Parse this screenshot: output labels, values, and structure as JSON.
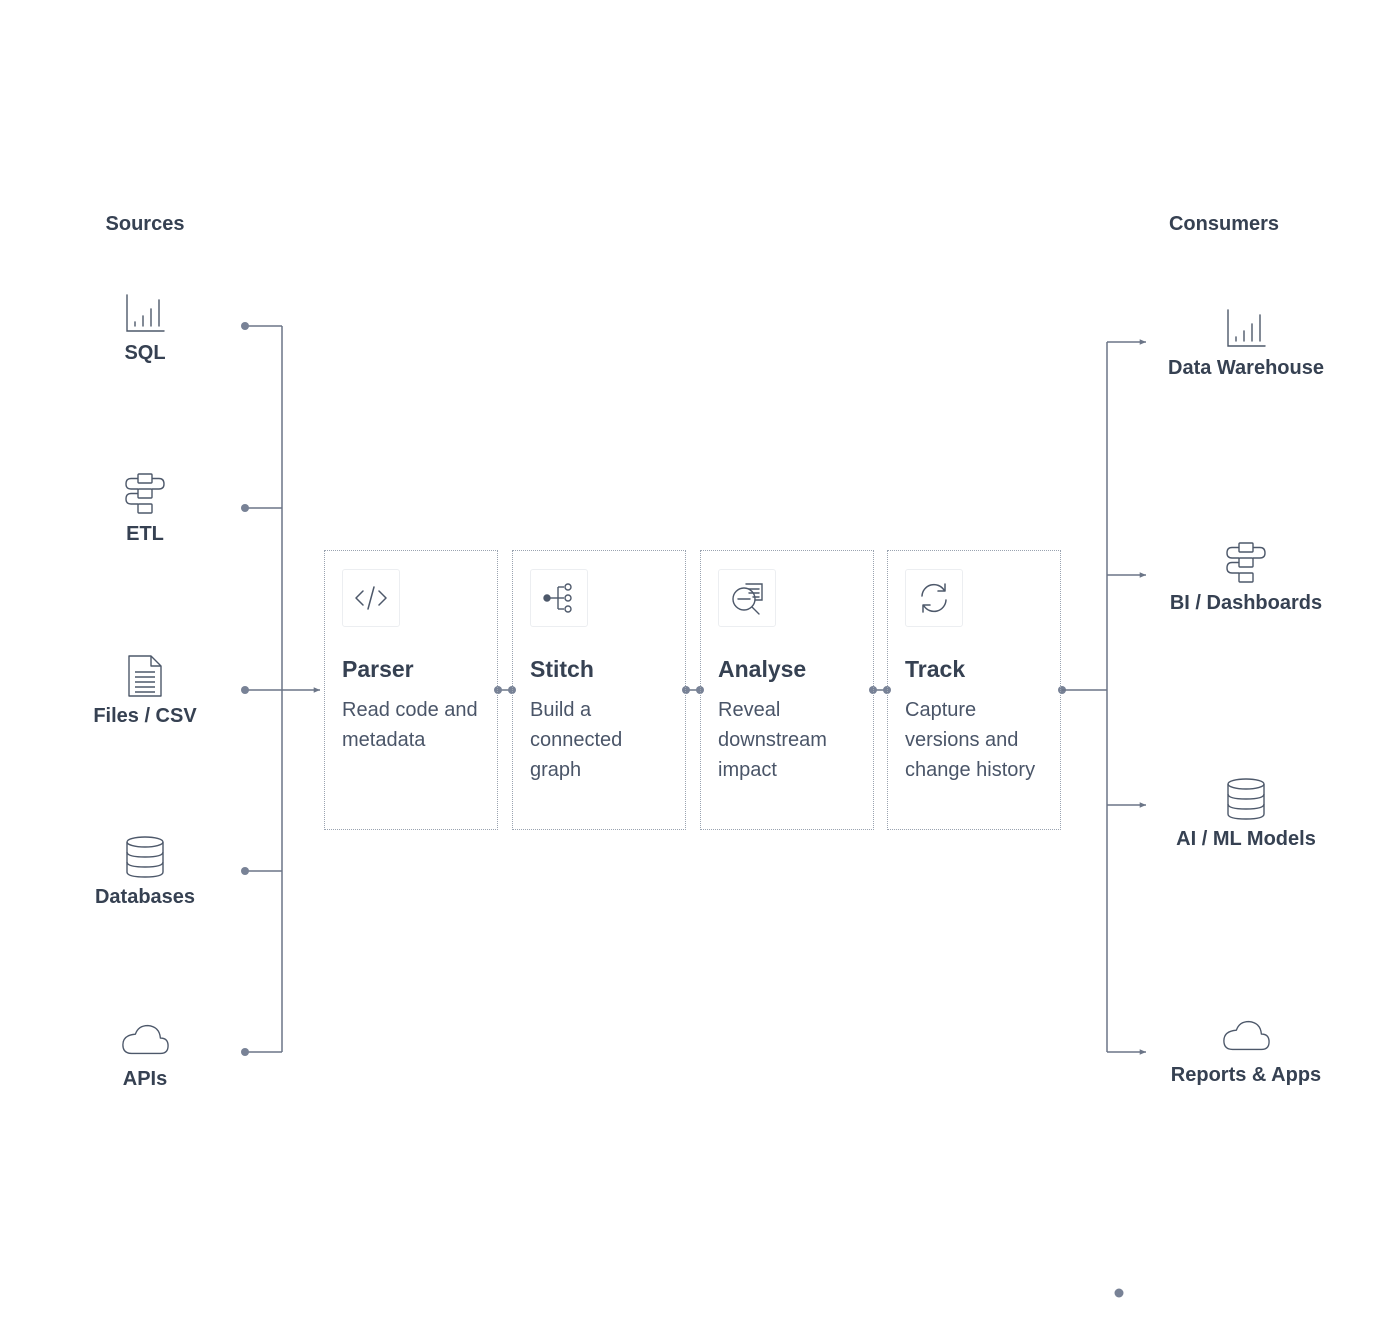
{
  "colors": {
    "line": "#6b7587",
    "dot": "#788296",
    "text": "#364152",
    "border": "#9aa3b0"
  },
  "sources": {
    "title": "Sources",
    "items": [
      {
        "label": "SQL",
        "icon": "bar-chart-icon"
      },
      {
        "label": "ETL",
        "icon": "workflow-icon"
      },
      {
        "label": "Files / CSV",
        "icon": "document-icon"
      },
      {
        "label": "Databases",
        "icon": "database-icon"
      },
      {
        "label": "APIs",
        "icon": "cloud-icon"
      }
    ]
  },
  "consumers": {
    "title": "Consumers",
    "items": [
      {
        "label": "Data Warehouse",
        "icon": "bar-chart-icon"
      },
      {
        "label": "BI / Dashboards",
        "icon": "workflow-icon"
      },
      {
        "label": "AI / ML Models",
        "icon": "database-icon"
      },
      {
        "label": "Reports & Apps",
        "icon": "cloud-icon"
      }
    ]
  },
  "steps": [
    {
      "title": "Parser",
      "description": "Read code and metadata",
      "icon": "code-icon"
    },
    {
      "title": "Stitch",
      "description": "Build a connected graph",
      "icon": "graph-icon"
    },
    {
      "title": "Analyse",
      "description": "Reveal downstream impact",
      "icon": "search-impact-icon"
    },
    {
      "title": "Track",
      "description": "Capture versions and change history",
      "icon": "refresh-icon"
    }
  ]
}
